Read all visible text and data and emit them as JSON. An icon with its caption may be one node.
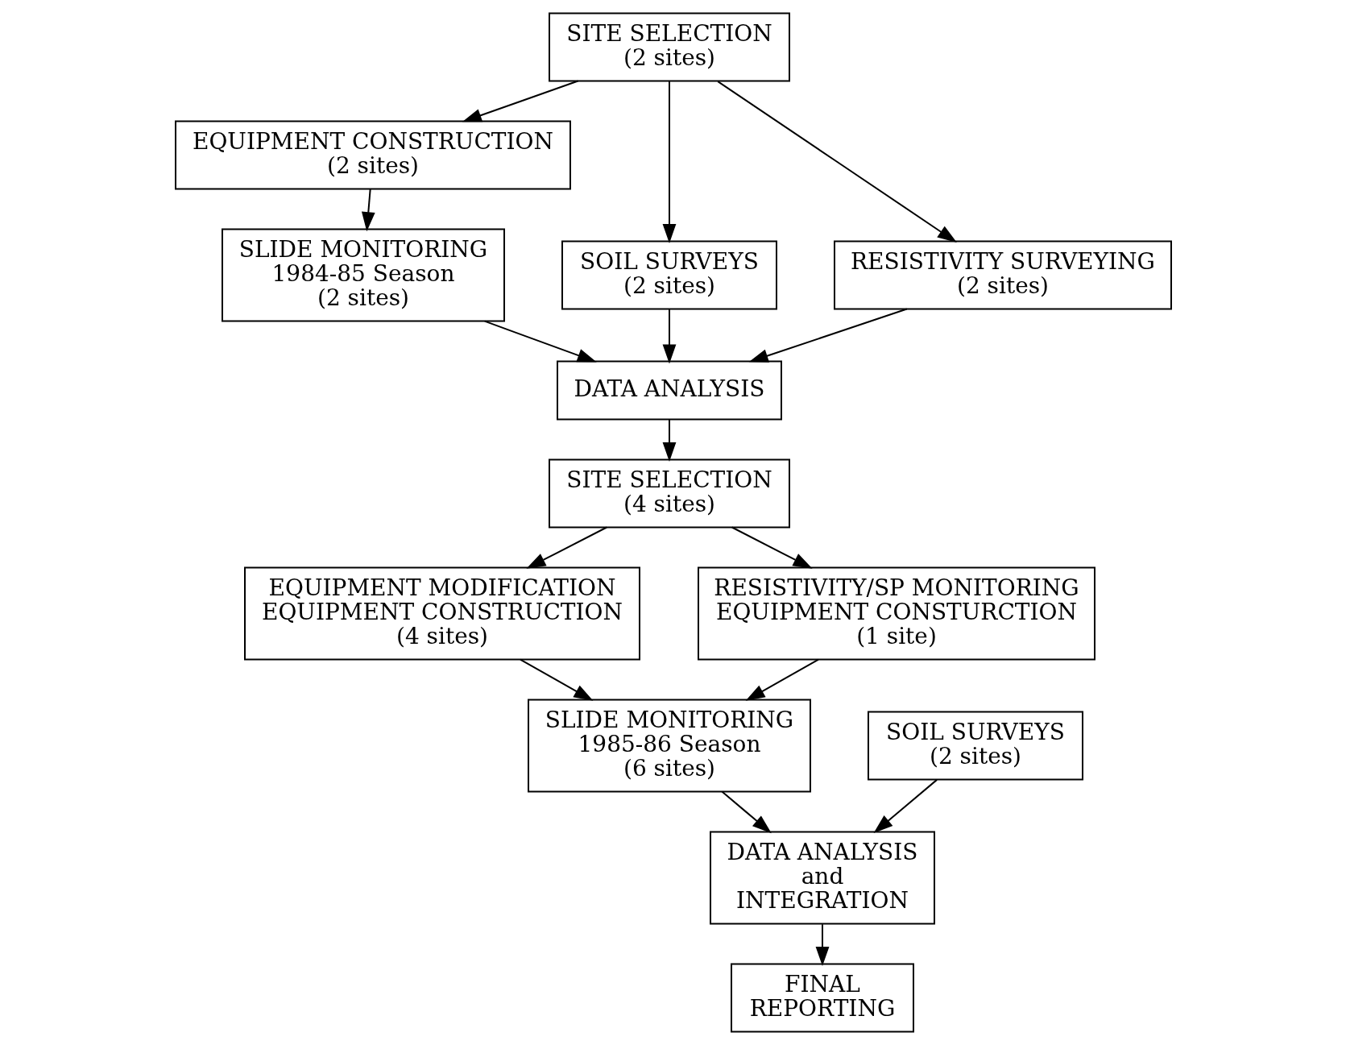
{
  "diagram": {
    "nodes": [
      {
        "text": [
          "SITE SELECTION",
          "(2 sites)"
        ]
      },
      {
        "text": [
          "EQUIPMENT CONSTRUCTION",
          "(2 sites)"
        ]
      },
      {
        "text": [
          "SOIL SURVEYS",
          "(2 sites)"
        ]
      },
      {
        "text": [
          "SLIDE MONITORING",
          "1984-85 Season",
          "(2 sites)"
        ]
      },
      {
        "text": [
          "RESISTIVITY SURVEYING",
          "(2 sites)"
        ]
      },
      {
        "text": [
          "DATA ANALYSIS"
        ]
      },
      {
        "text": [
          "SITE SELECTION",
          "(4 sites)"
        ]
      },
      {
        "text": [
          "EQUIPMENT MODIFICATION",
          "EQUIPMENT CONSTRUCTION",
          "(4 sites)"
        ]
      },
      {
        "text": [
          "RESISTIVITY/SP MONITORING",
          "EQUIPMENT CONSTURCTION",
          "(1 site)"
        ]
      },
      {
        "text": [
          "SOIL SURVEYS",
          "(2 sites)"
        ]
      },
      {
        "text": [
          "SLIDE MONITORING",
          "1985-86 Season",
          "(6 sites)"
        ]
      },
      {
        "text": [
          "DATA ANALYSIS",
          "and",
          "INTEGRATION"
        ]
      },
      {
        "text": [
          "FINAL",
          "REPORTING"
        ]
      }
    ],
    "edges": [
      {
        "from": 0,
        "to": 1,
        "arrow": "to"
      },
      {
        "from": 0,
        "to": 2,
        "arrow": "to"
      },
      {
        "from": 0,
        "to": 4,
        "arrow": "to"
      },
      {
        "from": 1,
        "to": 3,
        "arrow": "to"
      },
      {
        "from": 2,
        "to": 5,
        "arrow": "to"
      },
      {
        "from": 3,
        "to": 5,
        "arrow": "to"
      },
      {
        "from": 4,
        "to": 5,
        "arrow": "to"
      },
      {
        "from": 5,
        "to": 6,
        "arrow": "to"
      },
      {
        "from": 6,
        "to": 7,
        "arrow": "to"
      },
      {
        "from": 6,
        "to": 8,
        "arrow": "to"
      },
      {
        "from": 7,
        "to": 10,
        "arrow": "to"
      },
      {
        "from": 8,
        "to": 10,
        "arrow": "to"
      },
      {
        "from": 9,
        "to": 11,
        "arrow": "to"
      },
      {
        "from": 10,
        "to": 11,
        "arrow": "to"
      },
      {
        "from": 11,
        "to": 12,
        "arrow": "to"
      }
    ]
  }
}
